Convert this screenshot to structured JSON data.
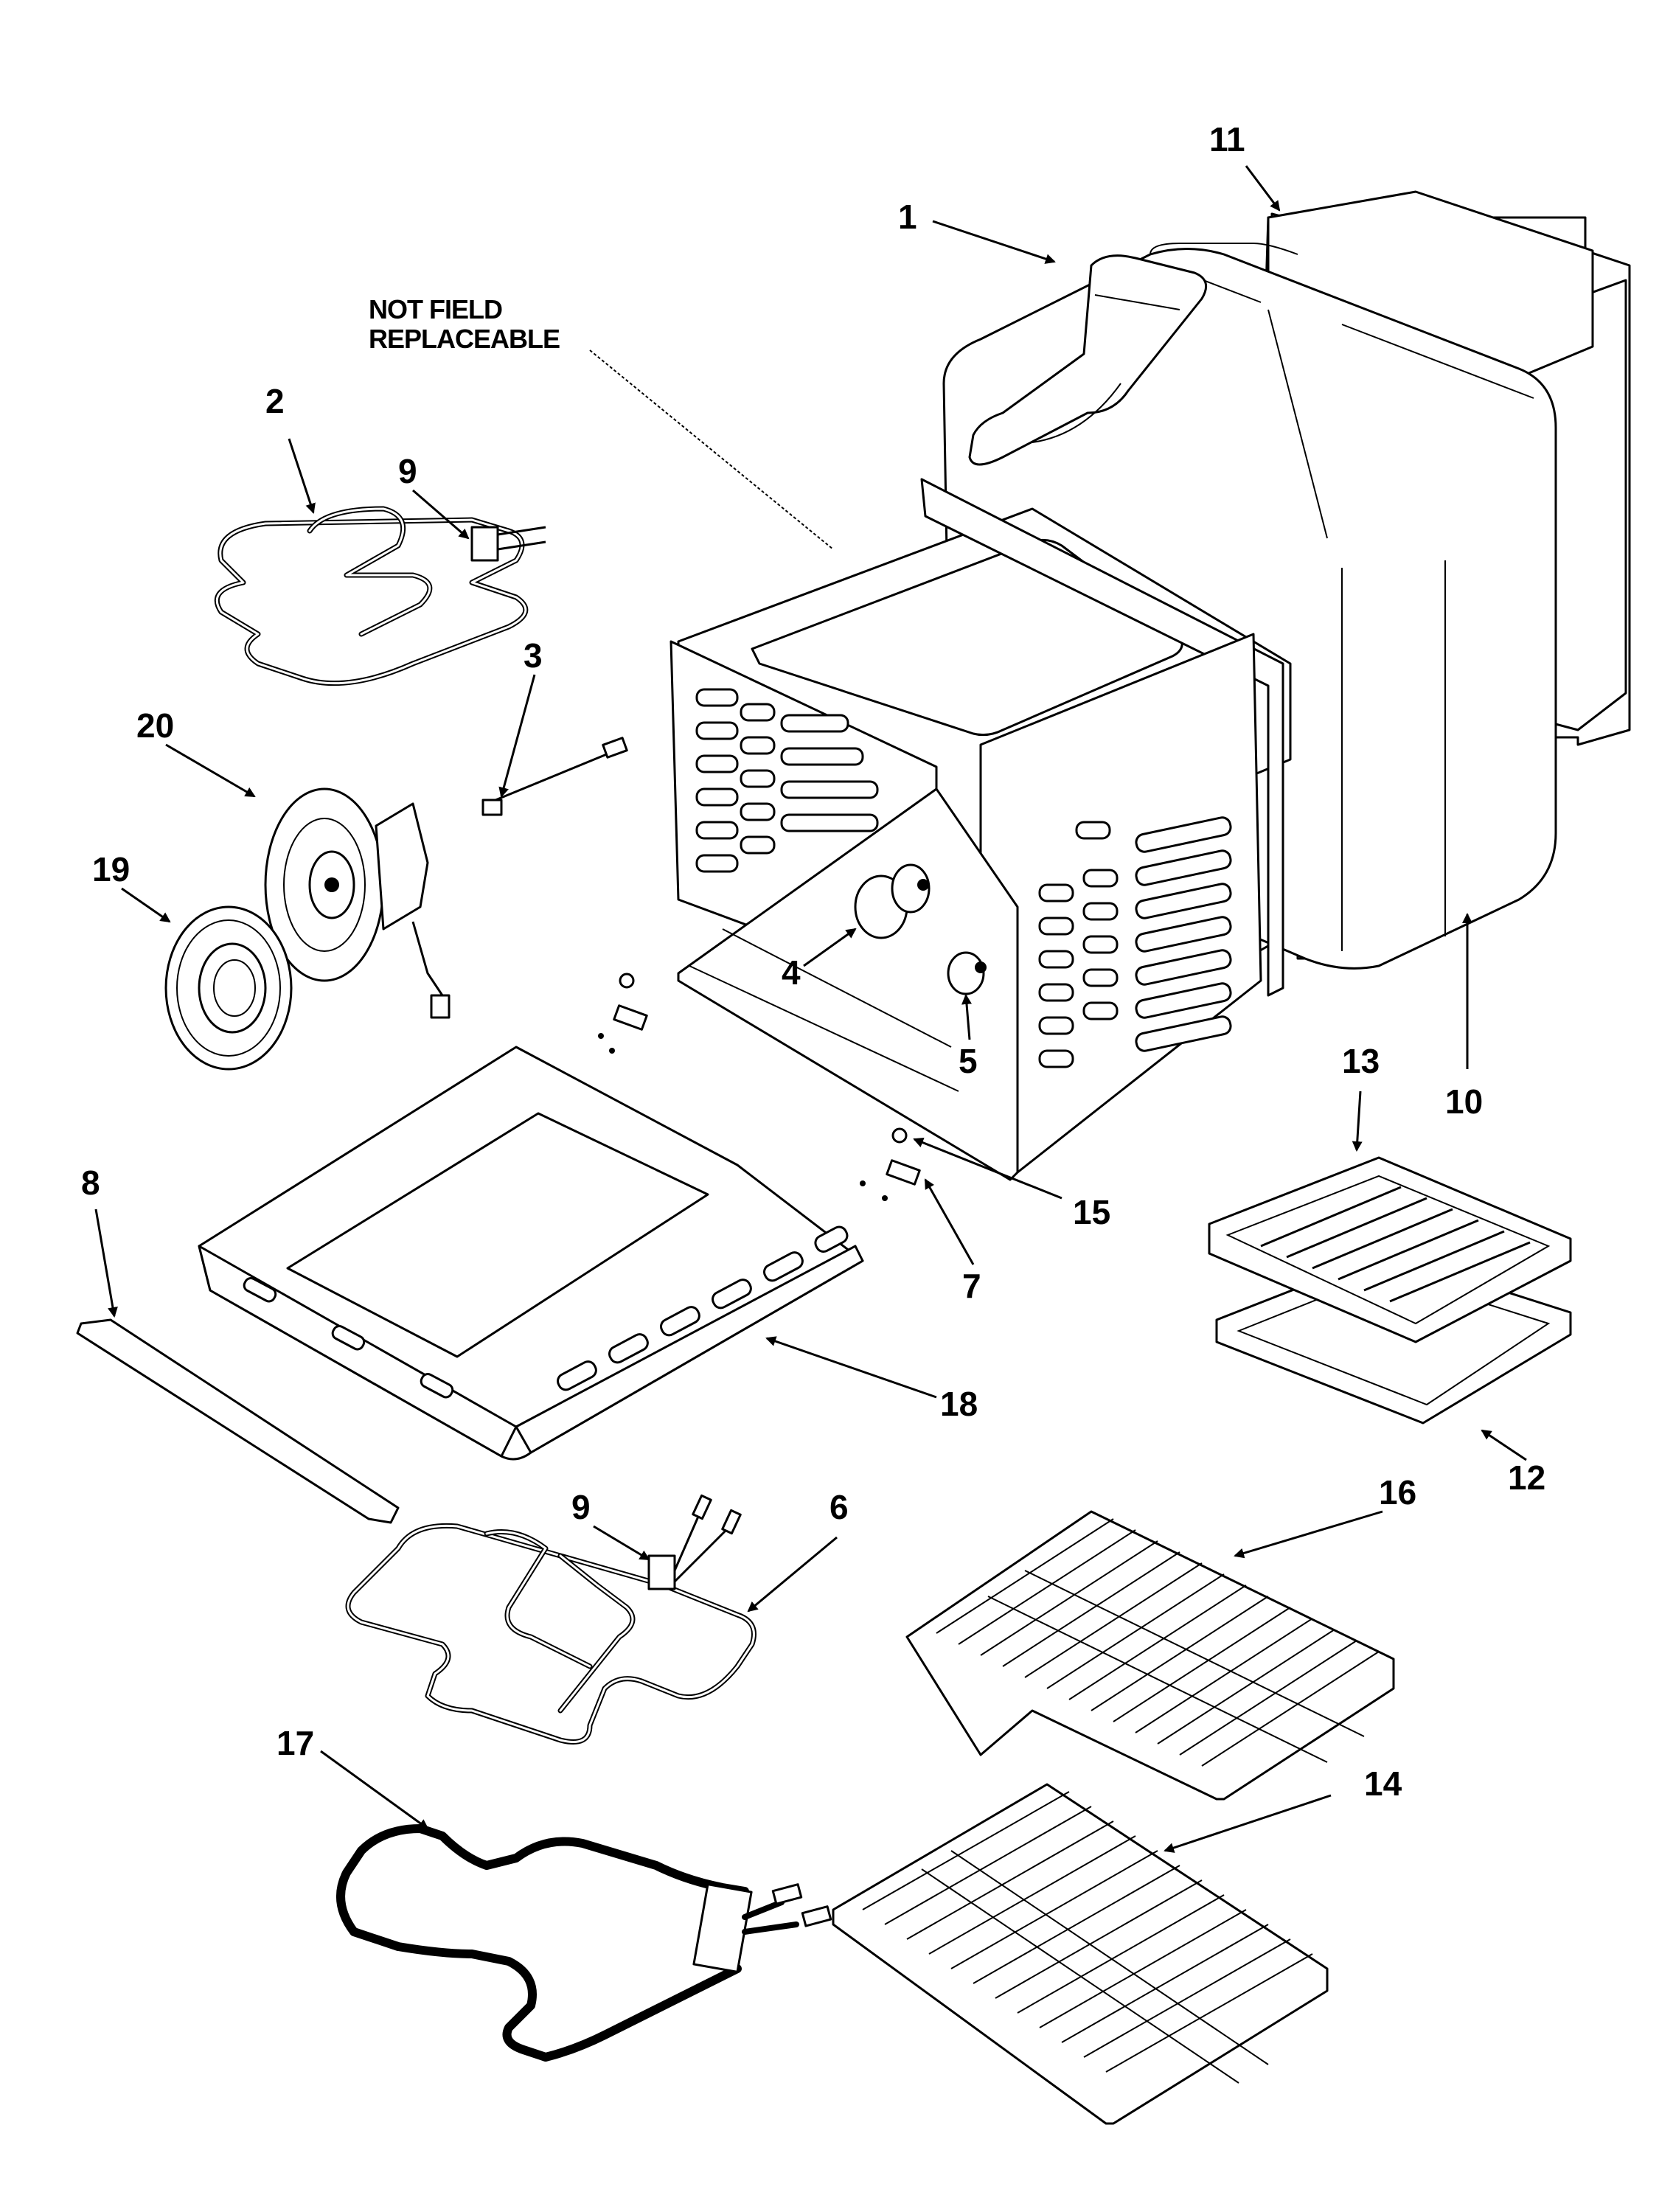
{
  "title": "",
  "note": {
    "line1": "NOT FIELD",
    "line2": "REPLACEABLE"
  },
  "callouts": {
    "c1": "1",
    "c2": "2",
    "c3": "3",
    "c4": "4",
    "c5": "5",
    "c6": "6",
    "c7": "7",
    "c8": "8",
    "c9a": "9",
    "c9b": "9",
    "c10": "10",
    "c11": "11",
    "c12": "12",
    "c13": "13",
    "c14": "14",
    "c15": "15",
    "c16": "16",
    "c17": "17",
    "c18": "18",
    "c19": "19",
    "c20": "20"
  }
}
